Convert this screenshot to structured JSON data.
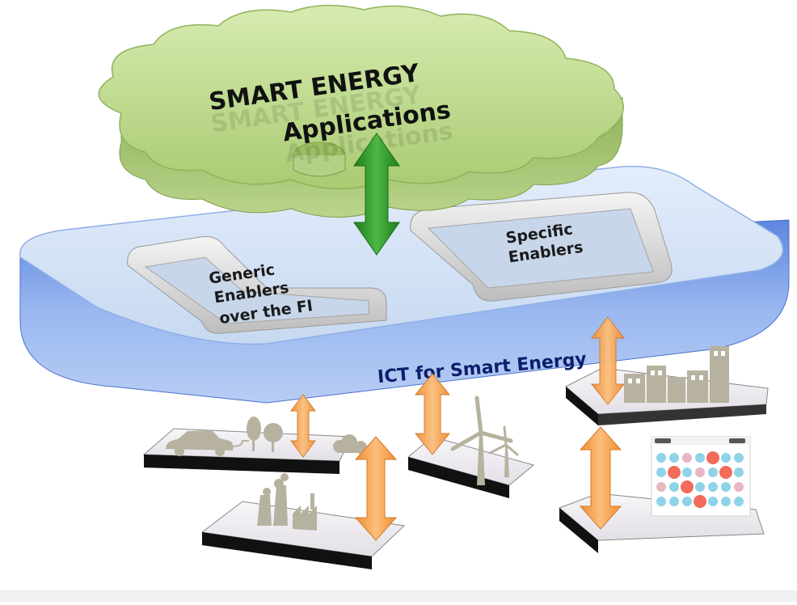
{
  "cloud": {
    "title_line1": "SMART ENERGY",
    "title_line2": "Applications"
  },
  "platform": {
    "label": "ICT for Smart Energy"
  },
  "generic_enablers": {
    "line1": "Generic",
    "line2": "Enablers",
    "line3": "over the FI"
  },
  "specific_enablers": {
    "line1": "Specific",
    "line2": "Enablers"
  },
  "colors": {
    "cloud_green": "#b5d27f",
    "platform_blue": "#5b86e5",
    "arrow_green": "#2e9a2a",
    "arrow_orange": "#f6a04a",
    "icon_gray": "#b7b29f"
  }
}
